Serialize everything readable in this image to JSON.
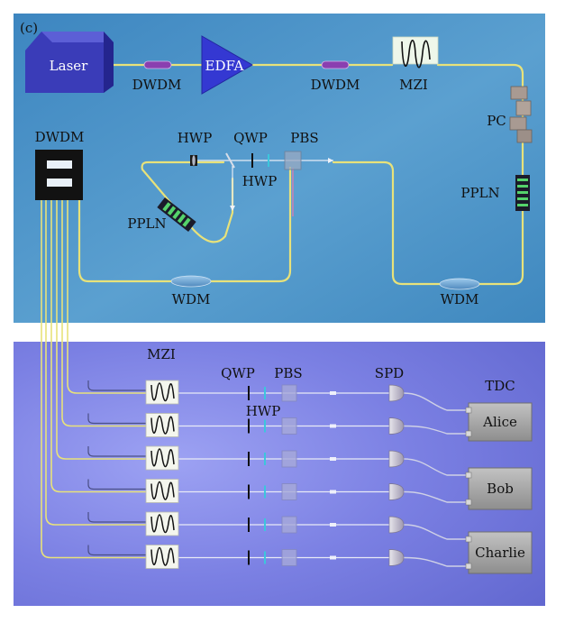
{
  "panel_tag": "(c)",
  "upper": {
    "laser": "Laser",
    "dwdm_left": "DWDM",
    "edfa": "EDFA",
    "dwdm_mid": "DWDM",
    "mzi": "MZI",
    "pc": "PC",
    "ppln_right": "PPLN",
    "wdm_right": "WDM",
    "dwdm_demux": "DWDM",
    "hwp_top": "HWP",
    "qwp": "QWP",
    "pbs": "PBS",
    "hwp_bottom": "HWP",
    "ppln_loop": "PPLN",
    "wdm_left": "WDM"
  },
  "lower": {
    "mzi": "MZI",
    "qwp": "QWP",
    "pbs": "PBS",
    "spd": "SPD",
    "hwp": "HWP",
    "tdc": "TDC",
    "users": [
      "Alice",
      "Bob",
      "Charlie"
    ],
    "channel_count": 6
  },
  "colors": {
    "upper_bg": "#4f93c6",
    "lower_bg": "#6d71d6",
    "fiber": "#e8e27a",
    "laser": "#3a3cb8",
    "edfa": "#3438d2",
    "coupler": "#8a3fb0",
    "wdm": "#6ea6d2",
    "ppln_stripe": "#55d36b",
    "detector_box": "#9c9c9c"
  }
}
